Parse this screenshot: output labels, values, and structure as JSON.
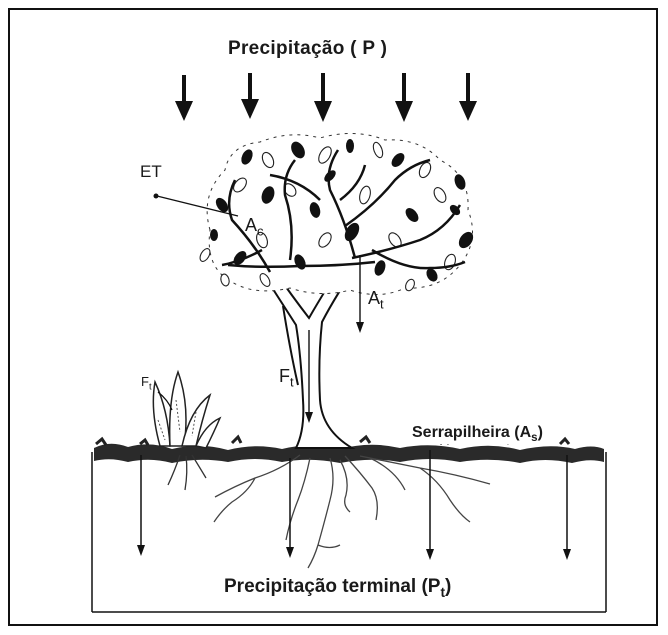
{
  "title": "Precipitação ( P )",
  "labels": {
    "et": "ET",
    "ac_main": "A",
    "ac_sub": "c",
    "at_main": "A",
    "at_sub": "t",
    "ft_tree_main": "F",
    "ft_tree_sub": "t",
    "ft_grass_main": "F",
    "ft_grass_sub": "t",
    "litter_main": "Serrapilheira (A",
    "litter_sub": "s",
    "litter_close": ")",
    "terminal_main": "Precipitação terminal (P",
    "terminal_sub": "t",
    "terminal_close": ")"
  },
  "colors": {
    "ink": "#111111",
    "background": "#ffffff",
    "litter": "#2a2a2a"
  }
}
